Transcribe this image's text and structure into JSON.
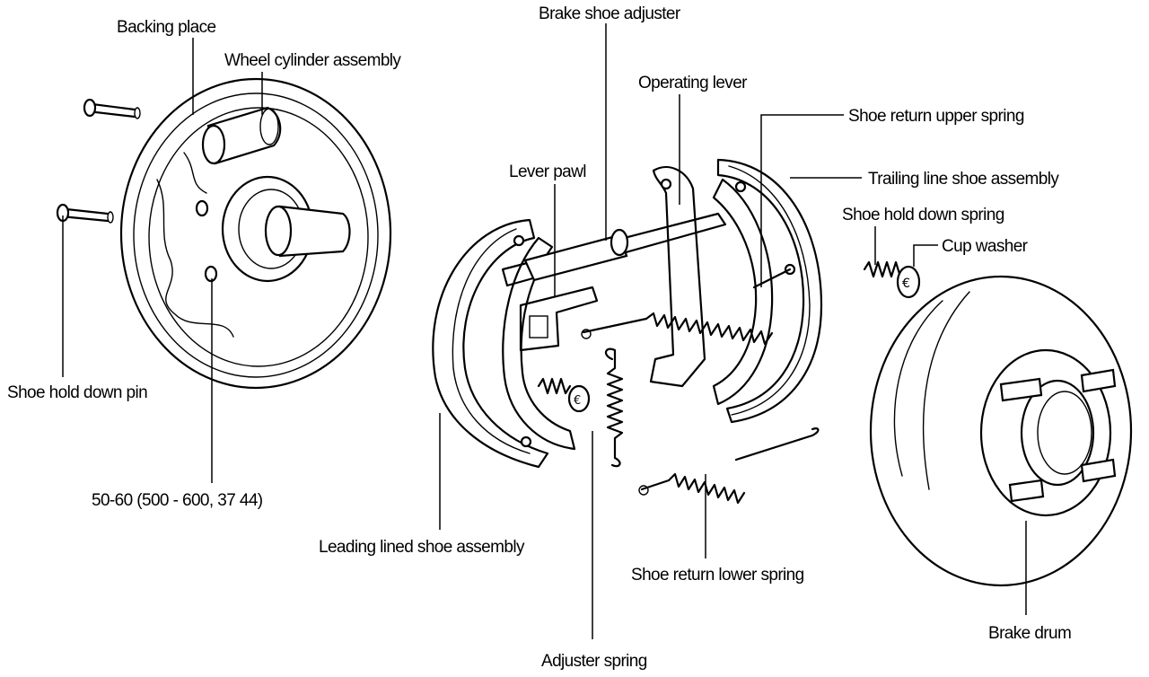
{
  "labels": {
    "backing_plate": "Backing place",
    "wheel_cylinder": "Wheel cylinder assembly",
    "shoe_hold_down_pin": "Shoe hold down pin",
    "torque_spec": "50-60 (500 - 600, 37 44)",
    "brake_shoe_adjuster": "Brake shoe adjuster",
    "operating_lever": "Operating lever",
    "lever_pawl": "Lever pawl",
    "shoe_return_upper_spring": "Shoe return upper spring",
    "trailing_shoe_assembly": "Trailing line shoe assembly",
    "shoe_hold_down_spring": "Shoe hold down spring",
    "cup_washer": "Cup washer",
    "leading_shoe_assembly": "Leading lined shoe assembly",
    "shoe_return_lower_spring": "Shoe return lower spring",
    "adjuster_spring": "Adjuster spring",
    "brake_drum": "Brake drum"
  }
}
